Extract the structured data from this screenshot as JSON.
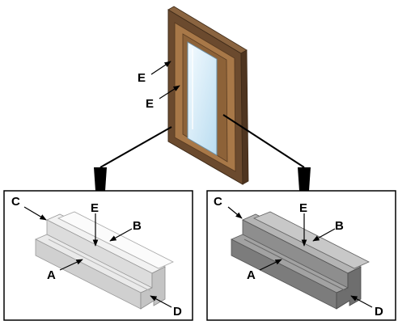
{
  "window_callouts": {
    "upper_e": "E",
    "lower_e": "E"
  },
  "left_detail": {
    "finish": "light gray profile",
    "labels": {
      "a": "A",
      "b": "B",
      "c": "C",
      "d": "D",
      "e": "E"
    }
  },
  "right_detail": {
    "finish": "dark gray profile",
    "labels": {
      "a": "A",
      "b": "B",
      "c": "C",
      "d": "D",
      "e": "E"
    }
  },
  "colors": {
    "frame_outer": "#6b4a2e",
    "frame_inner": "#9a6d43",
    "glass": "#d7ecf7",
    "light_profile": "#e3e3e3",
    "dark_profile": "#9a9a9a"
  }
}
